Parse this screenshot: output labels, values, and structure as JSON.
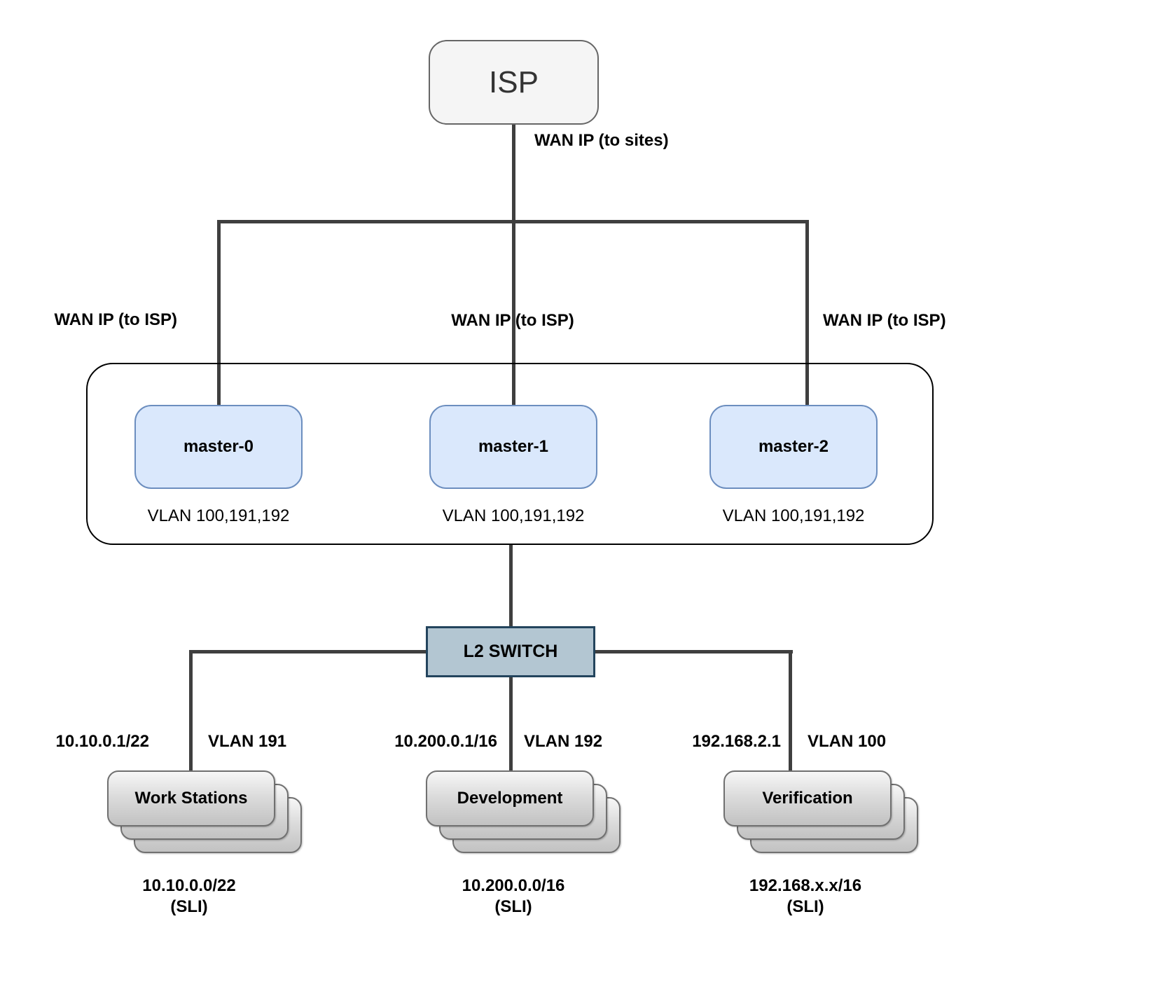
{
  "isp": {
    "label": "ISP"
  },
  "labels": {
    "wan_to_sites": "WAN IP (to sites)",
    "wan_to_isp_left": "WAN IP (to ISP)",
    "wan_to_isp_middle": "WAN IP (to ISP)",
    "wan_to_isp_right": "WAN IP (to ISP)"
  },
  "cluster": {
    "masters": [
      {
        "label": "master-0",
        "vlans": "VLAN 100,191,192"
      },
      {
        "label": "master-1",
        "vlans": "VLAN 100,191,192"
      },
      {
        "label": "master-2",
        "vlans": "VLAN 100,191,192"
      }
    ]
  },
  "l2_switch": {
    "label": "L2 SWITCH"
  },
  "segments": [
    {
      "name": "Work Stations",
      "gateway": "10.10.0.1/22",
      "vlan": "VLAN 191",
      "subnet": "10.10.0.0/22",
      "note": "(SLI)"
    },
    {
      "name": "Development",
      "gateway": "10.200.0.1/16",
      "vlan": "VLAN 192",
      "subnet": "10.200.0.0/16",
      "note": "(SLI)"
    },
    {
      "name": "Verification",
      "gateway": "192.168.2.1",
      "vlan": "VLAN 100",
      "subnet": "192.168.x.x/16",
      "note": "(SLI)"
    }
  ],
  "colors": {
    "master_fill": "#dae8fc",
    "master_border": "#6c8ebf",
    "isp_fill": "#f5f5f5",
    "isp_border": "#666666",
    "switch_fill": "#b3c6d2",
    "switch_border": "#23445d",
    "connector": "#3f3f3f",
    "card_gradient_top": "#f7f7f7",
    "card_gradient_bottom": "#c2c2c2"
  }
}
